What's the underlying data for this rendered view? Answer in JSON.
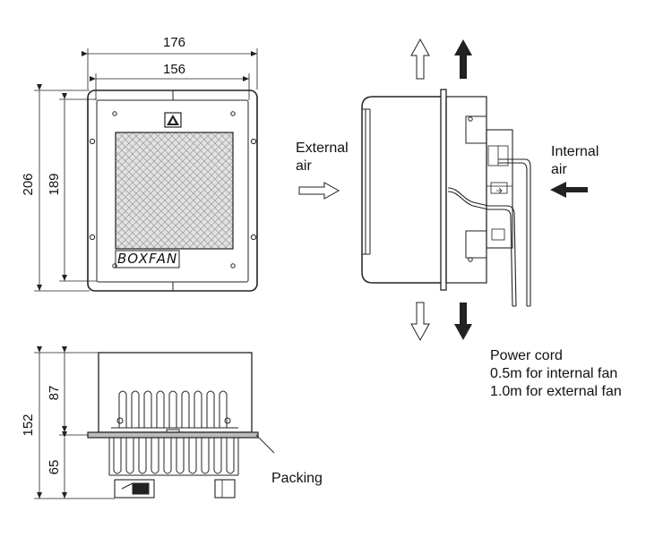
{
  "front_view": {
    "dims": {
      "outer_width": "176",
      "inner_width": "156",
      "outer_height": "206",
      "inner_height": "189"
    },
    "brand_label": "BOXFAN"
  },
  "side_view": {
    "external_air_label": "External\nair",
    "internal_air_label": "Internal\nair",
    "power_cord_label": "Power cord\n0.5m for internal fan\n1.0m for external fan"
  },
  "bottom_view": {
    "dims": {
      "total_depth": "152",
      "upper_depth": "87",
      "lower_depth": "65"
    },
    "packing_label": "Packing"
  }
}
